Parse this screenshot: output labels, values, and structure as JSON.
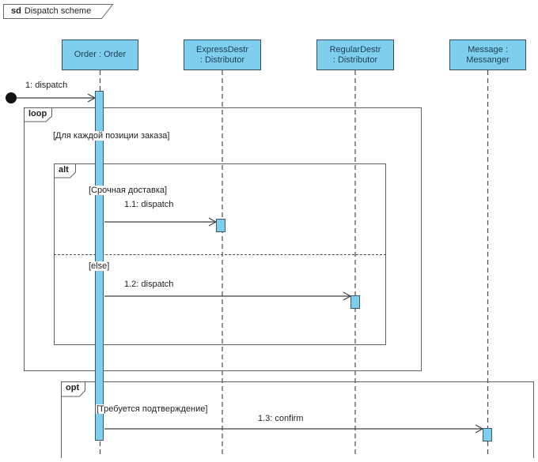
{
  "title": {
    "keyword": "sd",
    "name": "Dispatch scheme"
  },
  "lifelines": {
    "order": {
      "line1": "Order : Order",
      "line2": ""
    },
    "express": {
      "line1": "ExpressDestr",
      "line2": ": Distributor"
    },
    "regular": {
      "line1": "RegularDestr",
      "line2": ": Distributor"
    },
    "messanger": {
      "line1": "Message :",
      "line2": "Messanger"
    }
  },
  "fragments": {
    "loop": {
      "operator": "loop",
      "guard": "[Для каждой позиции заказа]"
    },
    "alt": {
      "operator": "alt",
      "guard_urgent": "[Срочная доставка]",
      "guard_else": "[else]"
    },
    "opt": {
      "operator": "opt",
      "guard": "[Требуется подтверждение]"
    }
  },
  "messages": {
    "m1": {
      "label": "1: dispatch"
    },
    "m1_1": {
      "label": "1.1: dispatch"
    },
    "m1_2": {
      "label": "1.2: dispatch"
    },
    "m1_3": {
      "label": "1.3: confirm"
    }
  },
  "colors": {
    "shape_fill": "#7FCEEE",
    "shape_border": "#35505E",
    "frame_border": "#5F5F5F",
    "line": "#3F3F3F",
    "text": "#1F1F1F"
  }
}
